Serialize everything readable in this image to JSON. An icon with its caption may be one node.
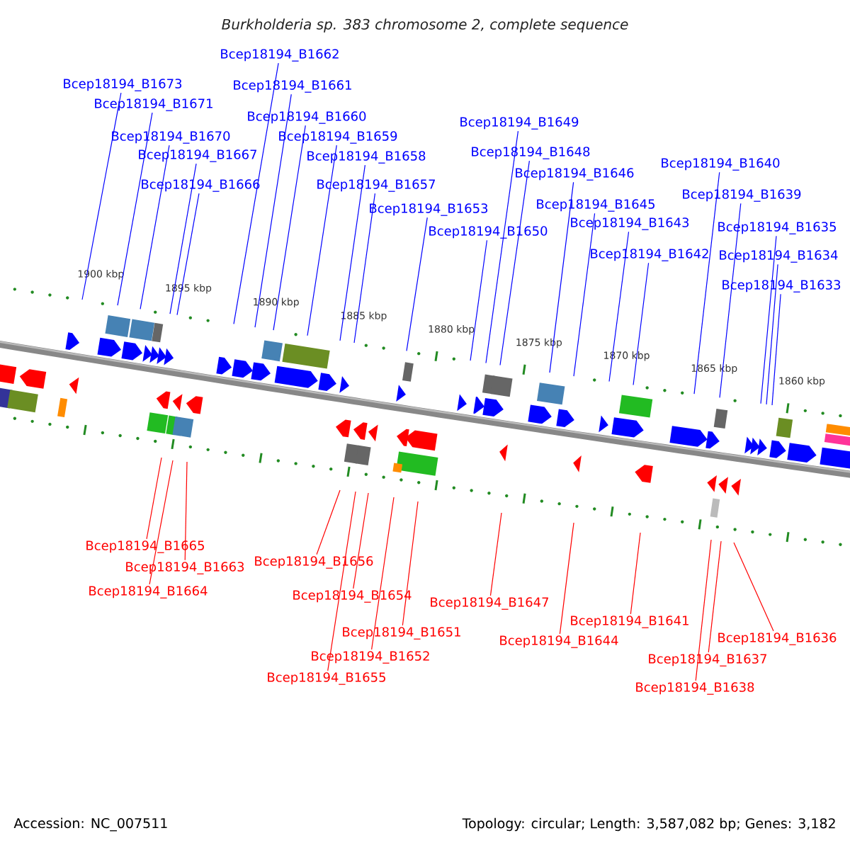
{
  "diagram": {
    "title": "Burkholderia sp. 383 chromosome 2, complete sequence",
    "nodes": [
      {
        "text": [
          "Bcep18194_B1662"
        ]
      },
      {
        "text": [
          "Bcep18194_B1673"
        ]
      },
      {
        "text": [
          "Bcep18194_B1661"
        ]
      },
      {
        "text": [
          "Bcep18194_B1671"
        ]
      },
      {
        "text": [
          "Bcep18194_B1660"
        ]
      },
      {
        "text": [
          "Bcep18194_B1649"
        ]
      },
      {
        "text": [
          "Bcep18194_B1670"
        ]
      },
      {
        "text": [
          "Bcep18194_B1659"
        ]
      },
      {
        "text": [
          "Bcep18194_B1648"
        ]
      },
      {
        "text": [
          "Bcep18194_B1667"
        ]
      },
      {
        "text": [
          "Bcep18194_B1658"
        ]
      },
      {
        "text": [
          "Bcep18194_B1640"
        ]
      },
      {
        "text": [
          "Bcep18194_B1646"
        ]
      },
      {
        "text": [
          "Bcep18194_B1666"
        ]
      },
      {
        "text": [
          "Bcep18194_B1657"
        ]
      },
      {
        "text": [
          "Bcep18194_B1639"
        ]
      },
      {
        "text": [
          "Bcep18194_B1645"
        ]
      },
      {
        "text": [
          "Bcep18194_B1653"
        ]
      },
      {
        "text": [
          "Bcep18194_B1643"
        ]
      },
      {
        "text": [
          "Bcep18194_B1635"
        ]
      },
      {
        "text": [
          "Bcep18194_B1650"
        ]
      },
      {
        "text": [
          "Bcep18194_B1642"
        ]
      },
      {
        "text": [
          "Bcep18194_B1634"
        ]
      },
      {
        "text": [
          "Bcep18194_B1633"
        ]
      },
      {
        "text": [
          "Bcep18194_B1665"
        ]
      },
      {
        "text": [
          "Bcep18194_B1656"
        ]
      },
      {
        "text": [
          "Bcep18194_B1663"
        ]
      },
      {
        "text": [
          "Bcep18194_B1664"
        ]
      },
      {
        "text": [
          "Bcep18194_B1654"
        ]
      },
      {
        "text": [
          "Bcep18194_B1647"
        ]
      },
      {
        "text": [
          "Bcep18194_B1641"
        ]
      },
      {
        "text": [
          "Bcep18194_B1651"
        ]
      },
      {
        "text": [
          "Bcep18194_B1636"
        ]
      },
      {
        "text": [
          "Bcep18194_B1644"
        ]
      },
      {
        "text": [
          "Bcep18194_B1652"
        ]
      },
      {
        "text": [
          "Bcep18194_B1637"
        ]
      },
      {
        "text": [
          "Bcep18194_B1655"
        ]
      },
      {
        "text": [
          "Bcep18194_B1638"
        ]
      }
    ],
    "edges": [
      {
        "from": 0,
        "to": null,
        "arrow": "none",
        "color": "#0000ff"
      },
      {
        "from": 1,
        "to": null,
        "arrow": "none",
        "color": "#0000ff"
      },
      {
        "from": 2,
        "to": null,
        "arrow": "none",
        "color": "#0000ff"
      },
      {
        "from": 3,
        "to": null,
        "arrow": "none",
        "color": "#0000ff"
      },
      {
        "from": 4,
        "to": null,
        "arrow": "none",
        "color": "#0000ff"
      },
      {
        "from": 5,
        "to": null,
        "arrow": "none",
        "color": "#0000ff"
      },
      {
        "from": 6,
        "to": null,
        "arrow": "none",
        "color": "#0000ff"
      },
      {
        "from": 7,
        "to": null,
        "arrow": "none",
        "color": "#0000ff"
      },
      {
        "from": 8,
        "to": null,
        "arrow": "none",
        "color": "#0000ff"
      },
      {
        "from": 9,
        "to": null,
        "arrow": "none",
        "color": "#0000ff"
      },
      {
        "from": 10,
        "to": null,
        "arrow": "none",
        "color": "#0000ff"
      },
      {
        "from": 11,
        "to": null,
        "arrow": "none",
        "color": "#0000ff"
      },
      {
        "from": 12,
        "to": null,
        "arrow": "none",
        "color": "#0000ff"
      },
      {
        "from": 13,
        "to": null,
        "arrow": "none",
        "color": "#0000ff"
      },
      {
        "from": 14,
        "to": null,
        "arrow": "none",
        "color": "#0000ff"
      },
      {
        "from": 15,
        "to": null,
        "arrow": "none",
        "color": "#0000ff"
      },
      {
        "from": 16,
        "to": null,
        "arrow": "none",
        "color": "#0000ff"
      },
      {
        "from": 17,
        "to": null,
        "arrow": "none",
        "color": "#0000ff"
      },
      {
        "from": 18,
        "to": null,
        "arrow": "none",
        "color": "#0000ff"
      },
      {
        "from": 19,
        "to": null,
        "arrow": "none",
        "color": "#0000ff"
      },
      {
        "from": 20,
        "to": null,
        "arrow": "none",
        "color": "#0000ff"
      },
      {
        "from": 21,
        "to": null,
        "arrow": "none",
        "color": "#0000ff"
      },
      {
        "from": 22,
        "to": null,
        "arrow": "none",
        "color": "#0000ff"
      },
      {
        "from": 23,
        "to": null,
        "arrow": "none",
        "color": "#0000ff"
      },
      {
        "from": 24,
        "to": null,
        "arrow": "none",
        "color": "#ff0000"
      },
      {
        "from": 25,
        "to": null,
        "arrow": "none",
        "color": "#ff0000"
      },
      {
        "from": 26,
        "to": null,
        "arrow": "none",
        "color": "#ff0000"
      },
      {
        "from": 27,
        "to": null,
        "arrow": "none",
        "color": "#ff0000"
      },
      {
        "from": 28,
        "to": null,
        "arrow": "none",
        "color": "#ff0000"
      },
      {
        "from": 29,
        "to": null,
        "arrow": "none",
        "color": "#ff0000"
      },
      {
        "from": 30,
        "to": null,
        "arrow": "none",
        "color": "#ff0000"
      },
      {
        "from": 31,
        "to": null,
        "arrow": "none",
        "color": "#ff0000"
      },
      {
        "from": 32,
        "to": null,
        "arrow": "none",
        "color": "#ff0000"
      },
      {
        "from": 33,
        "to": null,
        "arrow": "none",
        "color": "#ff0000"
      },
      {
        "from": 34,
        "to": null,
        "arrow": "none",
        "color": "#ff0000"
      },
      {
        "from": 35,
        "to": null,
        "arrow": "none",
        "color": "#ff0000"
      },
      {
        "from": 36,
        "to": null,
        "arrow": "none",
        "color": "#ff0000"
      },
      {
        "from": 37,
        "to": null,
        "arrow": "none",
        "color": "#ff0000"
      }
    ],
    "labels": [
      "1900 kbp",
      "1895 kbp",
      "1890 kbp",
      "1885 kbp",
      "1880 kbp",
      "1875 kbp",
      "1870 kbp",
      "1865 kbp",
      "1860 kbp",
      "Accession: NC_007511",
      "Topology: circular; Length: 3,587,082 bp; Genes: 3,182"
    ]
  }
}
